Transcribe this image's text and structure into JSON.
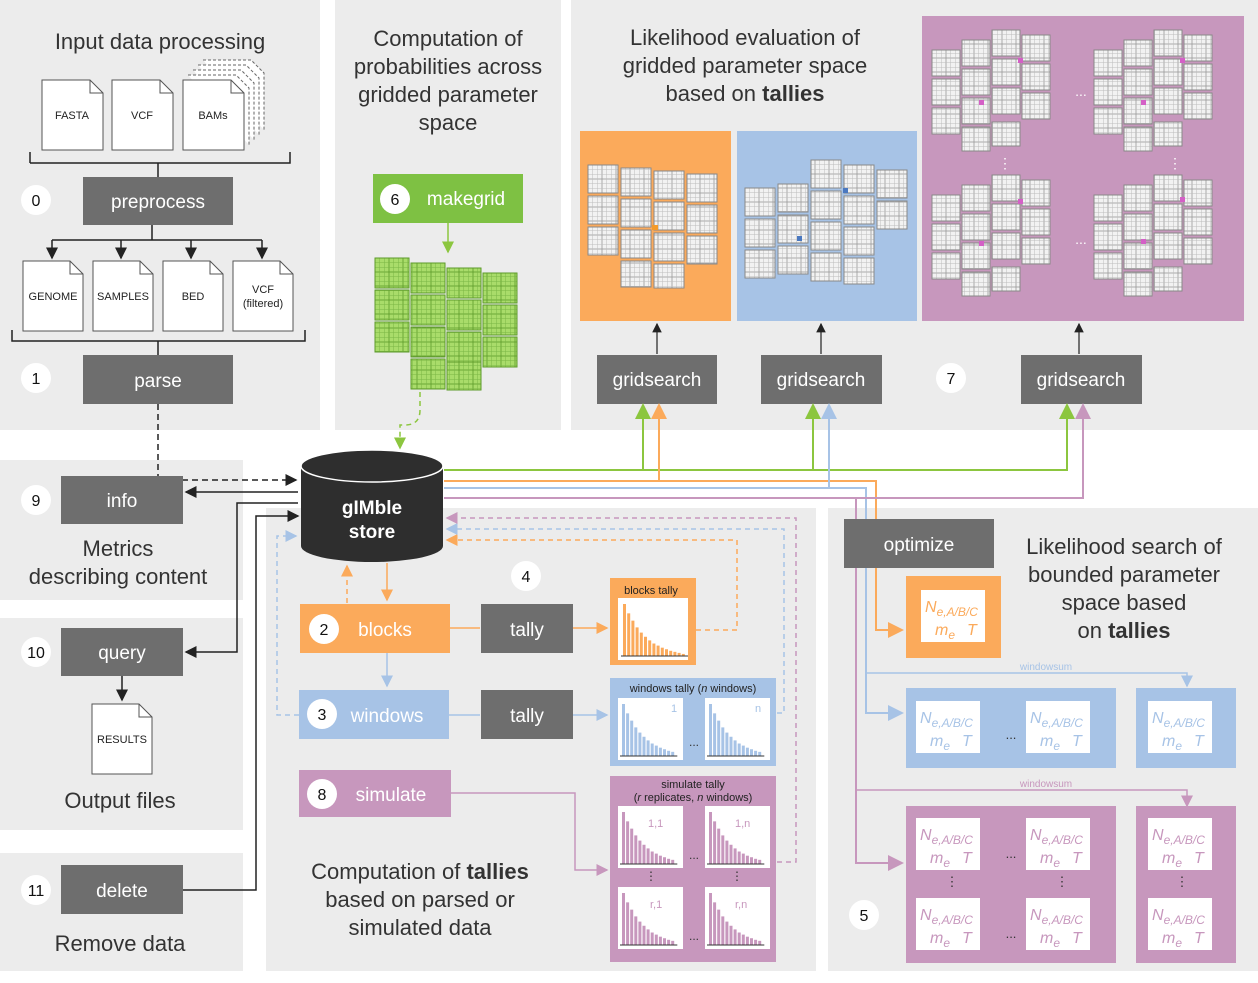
{
  "colors": {
    "panel": "#ececec",
    "gray_box": "#6e6e6e",
    "orange": "#fbaa5b",
    "blue": "#a7c3e6",
    "pink": "#c797bd",
    "green": "#8cc63f",
    "dark": "#2e2e2e",
    "dark_green": "#7ec143"
  },
  "panels": {
    "input": {
      "title": "Input data processing"
    },
    "probabilities": {
      "title_lines": [
        "Computation of",
        "probabilities across",
        "gridded parameter",
        "space"
      ]
    },
    "likelihood": {
      "title_lines": [
        "Likelihood evaluation of",
        "gridded parameter space",
        "based on"
      ],
      "title_bold": "tallies"
    },
    "metrics": {
      "caption_lines": [
        "Metrics",
        "describing content"
      ]
    },
    "output": {
      "caption": "Output files"
    },
    "remove": {
      "caption": "Remove data"
    },
    "tallies": {
      "caption_lines": [
        "based on parsed or",
        "simulated data"
      ],
      "caption_prefix": "Computation of ",
      "caption_bold": "tallies"
    },
    "search": {
      "caption_lines": [
        "Likelihood search of",
        "bounded parameter",
        "space based",
        "on "
      ],
      "caption_bold": "tallies"
    }
  },
  "files": {
    "inputs": [
      "FASTA",
      "VCF",
      "BAMs"
    ],
    "outputs": [
      "GENOME",
      "SAMPLES",
      "BED"
    ],
    "vcf_filtered": [
      "VCF",
      "(filtered)"
    ],
    "results": "RESULTS"
  },
  "commands": {
    "preprocess": {
      "num": "0",
      "label": "preprocess"
    },
    "parse": {
      "num": "1",
      "label": "parse"
    },
    "blocks": {
      "num": "2",
      "label": "blocks"
    },
    "windows": {
      "num": "3",
      "label": "windows"
    },
    "tally_num": "4",
    "tally": "tally",
    "optimize": {
      "num": "5",
      "label": "optimize"
    },
    "makegrid": {
      "num": "6",
      "label": "makegrid"
    },
    "gridsearch": {
      "num": "7",
      "label": "gridsearch"
    },
    "simulate": {
      "num": "8",
      "label": "simulate"
    },
    "info": {
      "num": "9",
      "label": "info"
    },
    "query": {
      "num": "10",
      "label": "query"
    },
    "delete": {
      "num": "11",
      "label": "delete"
    }
  },
  "store": {
    "lines": [
      "gIMble",
      "store"
    ]
  },
  "tally_charts": {
    "blocks": "blocks tally",
    "windows_prefix": "windows tally (",
    "windows_n": "n",
    "windows_suffix": " windows)",
    "simulate_title": "simulate tally",
    "simulate_sub_open": "(",
    "simulate_r": "r",
    "simulate_mid": " replicates, ",
    "simulate_n": "n",
    "simulate_suffix": " windows)",
    "win_labels": [
      "1",
      "n"
    ],
    "sim_labels": [
      "1,1",
      "1,n",
      "r,1",
      "r,n"
    ],
    "ellipsis": "...",
    "vdots": "⋮"
  },
  "params": {
    "ne": "N",
    "ne_sub": "e,A/B/C",
    "me": "m",
    "me_sub": "e",
    "t": "T",
    "windowsum": "windowsum"
  }
}
